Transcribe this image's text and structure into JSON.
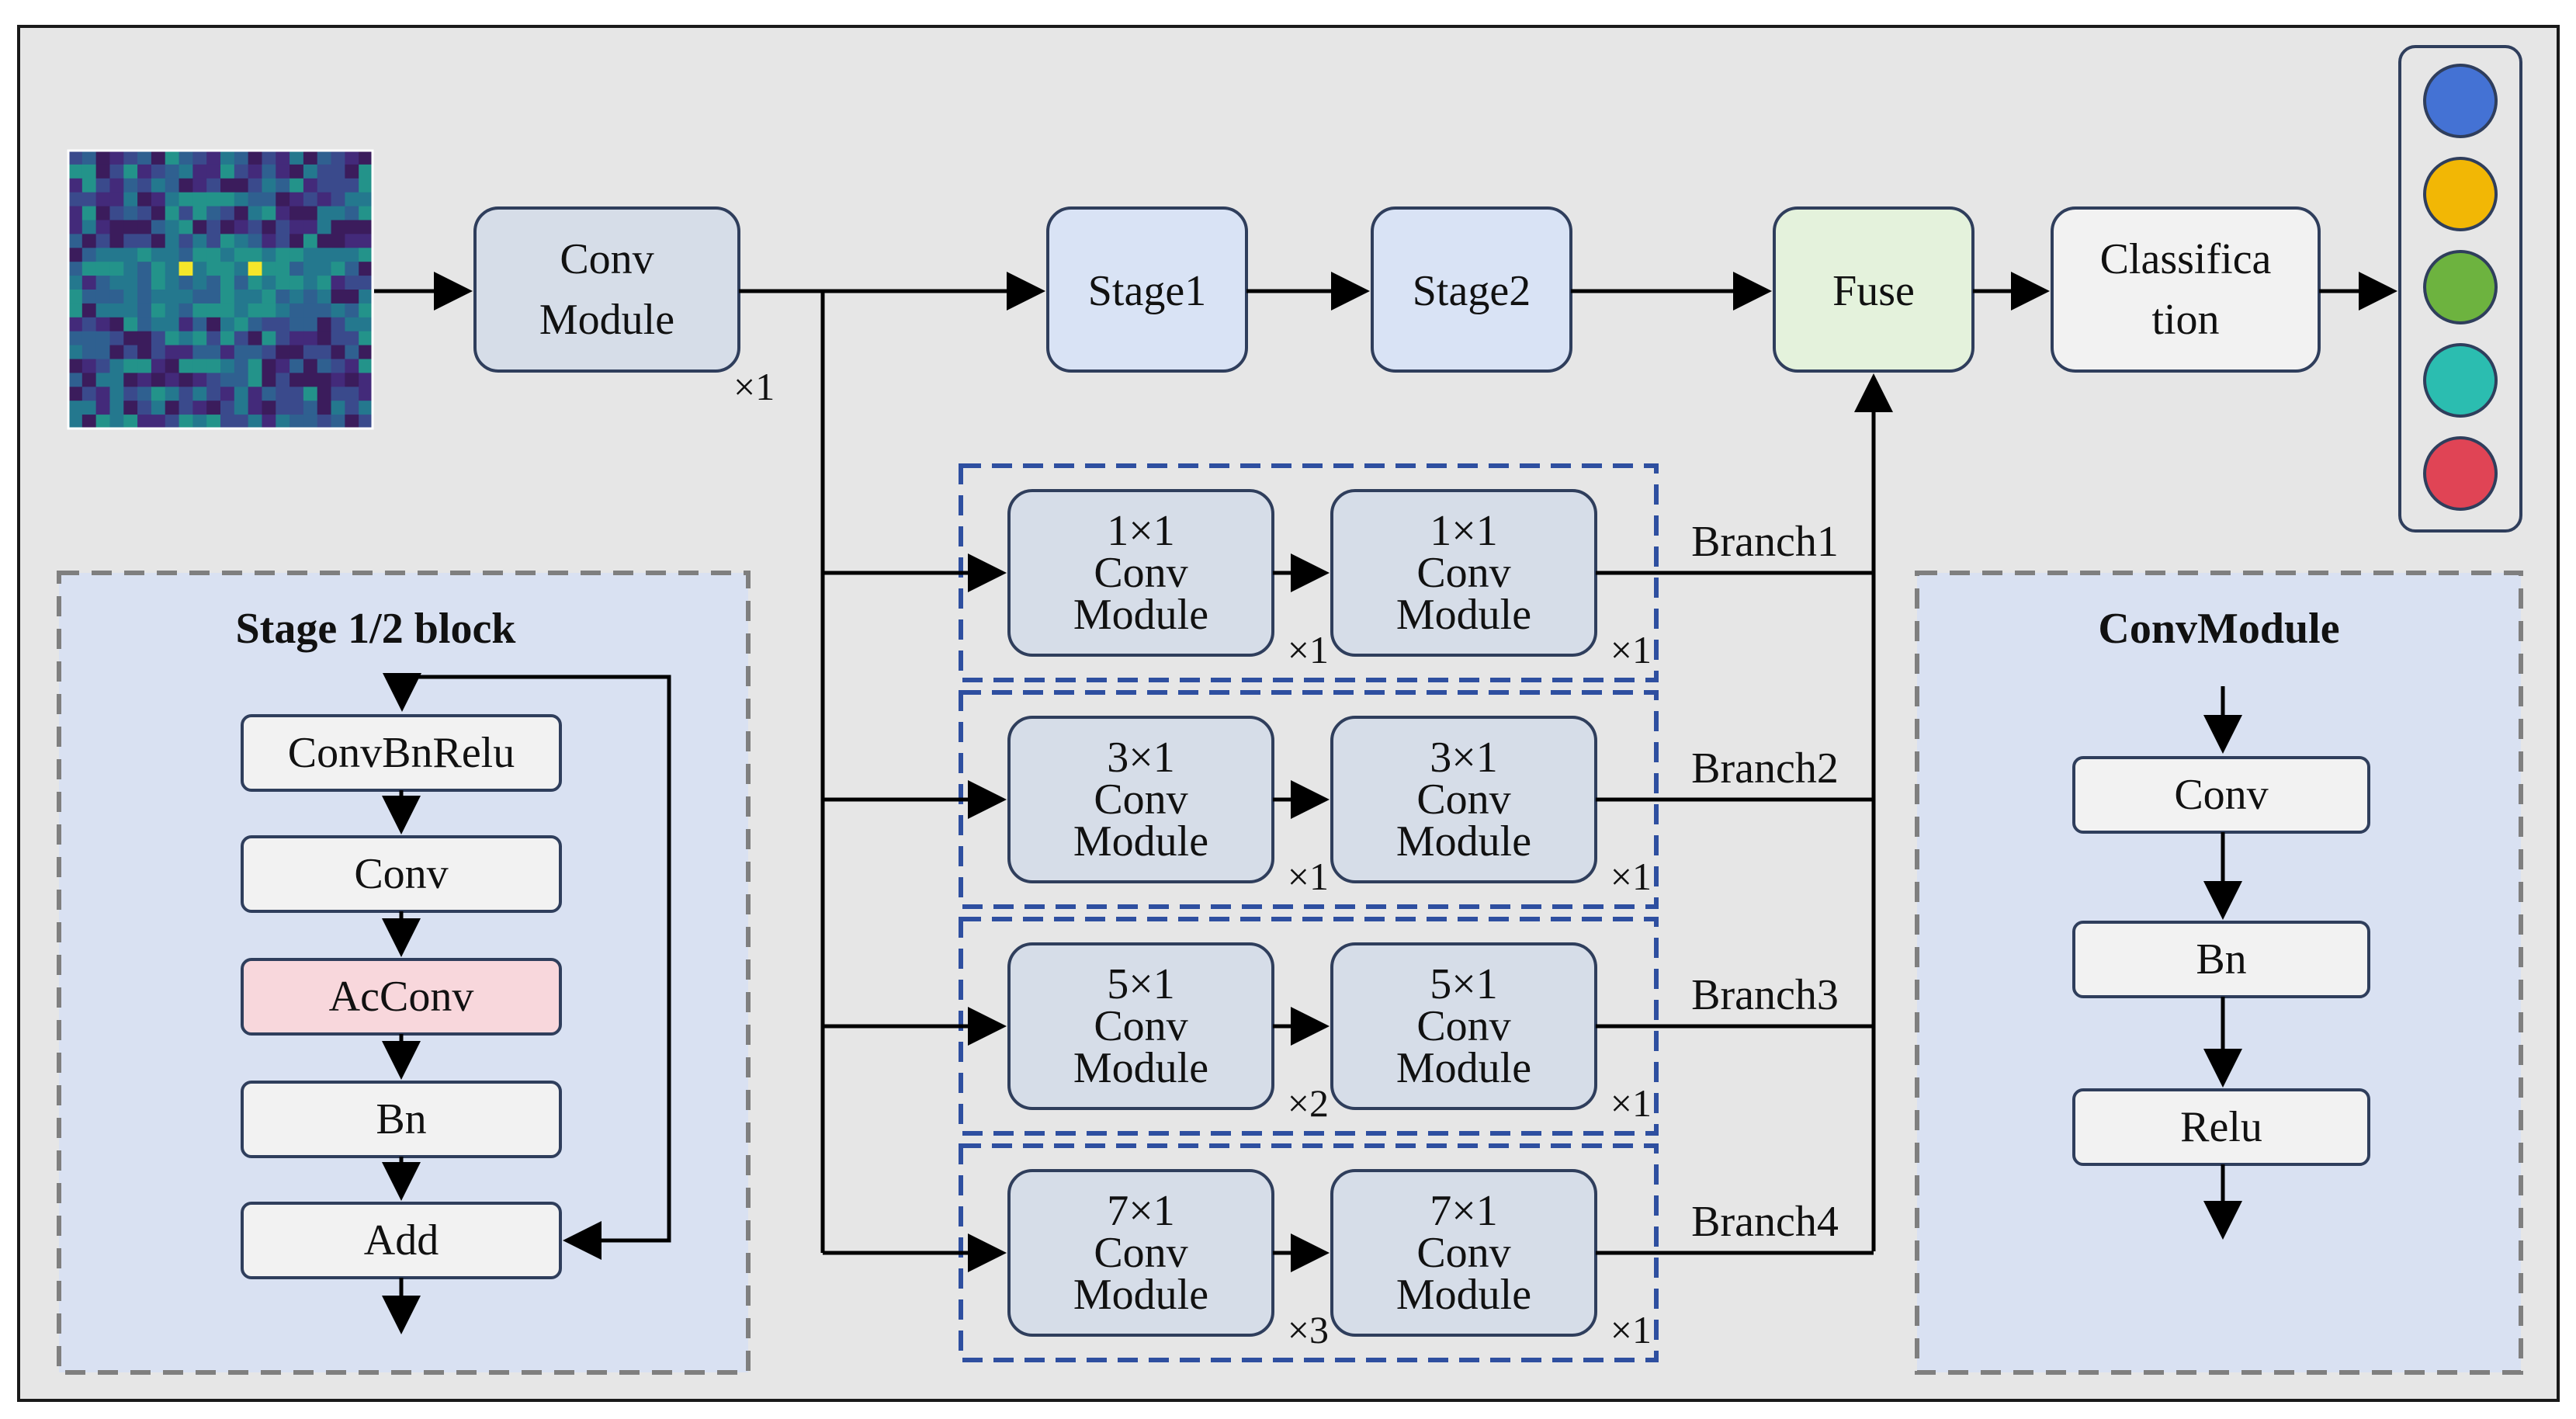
{
  "main": {
    "conv_module": [
      "Conv",
      "Module"
    ],
    "conv_mult": "×1",
    "stage1": "Stage1",
    "stage2": "Stage2",
    "fuse": "Fuse",
    "classification": [
      "Classifica",
      "tion"
    ]
  },
  "branches": [
    {
      "label": "Branch1",
      "kernel": "1×1",
      "left_mult": "×1",
      "right_mult": "×1"
    },
    {
      "label": "Branch2",
      "kernel": "3×1",
      "left_mult": "×1",
      "right_mult": "×1"
    },
    {
      "label": "Branch3",
      "kernel": "5×1",
      "left_mult": "×2",
      "right_mult": "×1"
    },
    {
      "label": "Branch4",
      "kernel": "7×1",
      "left_mult": "×3",
      "right_mult": "×1"
    }
  ],
  "conv_module_text": [
    "Conv",
    "Module"
  ],
  "stage_block": {
    "title": "Stage 1/2 block",
    "steps": [
      "ConvBnRelu",
      "Conv",
      "AcConv",
      "Bn",
      "Add"
    ]
  },
  "conv_module_detail": {
    "title": "ConvModule",
    "steps": [
      "Conv",
      "Bn",
      "Relu"
    ]
  },
  "output_classes": [
    "#4472d4",
    "#f2b705",
    "#6db33f",
    "#2bbdb0",
    "#e04455"
  ],
  "colors": {
    "panel_bg": "#e6e6e6",
    "gray_box": "#d6dde8",
    "stage_box": "#d9e3f5",
    "fuse_box": "#e4f2dc",
    "light_box": "#f2f2f2",
    "acconv_box": "#f8d7dc",
    "detail_panel": "#d9e1f2",
    "stroke": "#2f3e5c",
    "branch_dash": "#2e4fa0",
    "panel_dash": "#7f7f7f"
  }
}
